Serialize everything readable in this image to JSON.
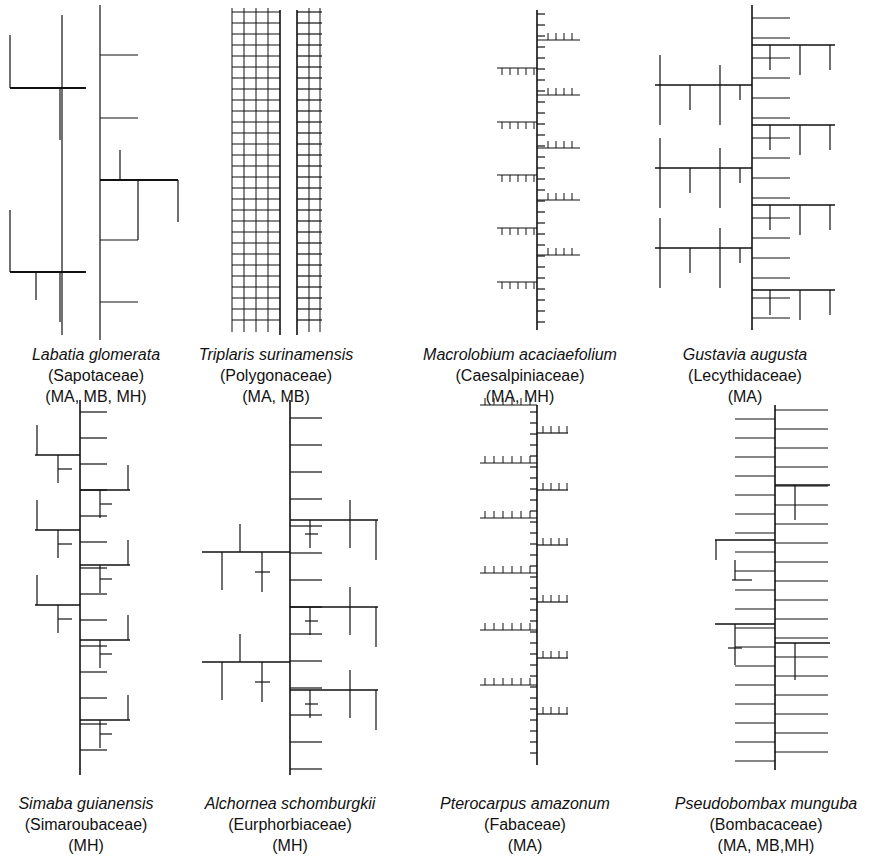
{
  "diagram": {
    "labels": [
      "Labatia glomerata",
      "(Sapotaceae)",
      "(MA, MB, MH)",
      "Triplaris surinamensis",
      "(Polygonaceae)",
      "(MA, MB)",
      "Macrolobium acaciaefolium",
      "(Caesalpiniaceae)",
      "(MA, MH)",
      "Gustavia augusta",
      "(Lecythidaceae)",
      "(MA)",
      "Simaba guianensis",
      "(Simaroubaceae)",
      "(MH)",
      "Alchornea schomburgkii",
      "(Eurphorbiaceae)",
      "(MH)",
      "Pterocarpus amazonum",
      "(Fabaceae)",
      "(MA)",
      "Pseudobombax munguba",
      "(Bombacaceae)",
      "(MA, MB,MH)"
    ]
  }
}
